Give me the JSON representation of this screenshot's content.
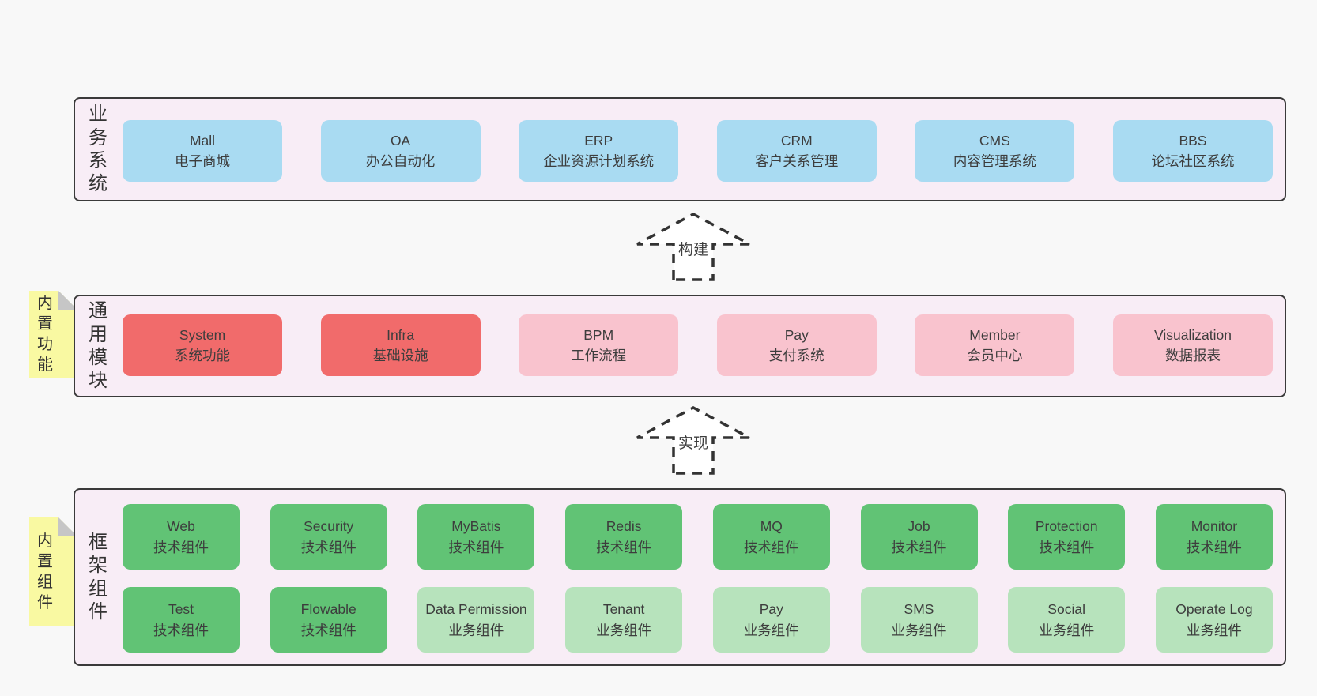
{
  "palette": {
    "page_bg": "#f8f8f8",
    "container_fill": "#f8edf6",
    "container_border": "#3a3a3a",
    "blue": "#a9dbf2",
    "red": "#f16b6b",
    "pink": "#f9c3ce",
    "green": "#61c375",
    "light_green": "#b7e3bc",
    "tab_yellow": "#f9f9a2",
    "fold_gray": "#c6c6c6",
    "text": "#3d3d3d"
  },
  "arrows": {
    "build": "构建",
    "implement": "实现"
  },
  "sections": {
    "business": {
      "side_label": "业务系统",
      "boxes": [
        {
          "title": "Mall",
          "subtitle": "电子商城"
        },
        {
          "title": "OA",
          "subtitle": "办公自动化"
        },
        {
          "title": "ERP",
          "subtitle": "企业资源计划系统"
        },
        {
          "title": "CRM",
          "subtitle": "客户关系管理"
        },
        {
          "title": "CMS",
          "subtitle": "内容管理系统"
        },
        {
          "title": "BBS",
          "subtitle": "论坛社区系统"
        }
      ]
    },
    "modules": {
      "side_label": "通用模块",
      "sticky_tab": "内置功能",
      "boxes": [
        {
          "title": "System",
          "subtitle": "系统功能"
        },
        {
          "title": "Infra",
          "subtitle": "基础设施"
        },
        {
          "title": "BPM",
          "subtitle": "工作流程"
        },
        {
          "title": "Pay",
          "subtitle": "支付系统"
        },
        {
          "title": "Member",
          "subtitle": "会员中心"
        },
        {
          "title": "Visualization",
          "subtitle": "数据报表"
        }
      ]
    },
    "components": {
      "side_label": "框架组件",
      "sticky_tab": "内置组件",
      "row1": [
        {
          "title": "Web",
          "subtitle": "技术组件"
        },
        {
          "title": "Security",
          "subtitle": "技术组件"
        },
        {
          "title": "MyBatis",
          "subtitle": "技术组件"
        },
        {
          "title": "Redis",
          "subtitle": "技术组件"
        },
        {
          "title": "MQ",
          "subtitle": "技术组件"
        },
        {
          "title": "Job",
          "subtitle": "技术组件"
        },
        {
          "title": "Protection",
          "subtitle": "技术组件"
        },
        {
          "title": "Monitor",
          "subtitle": "技术组件"
        }
      ],
      "row2": [
        {
          "title": "Test",
          "subtitle": "技术组件"
        },
        {
          "title": "Flowable",
          "subtitle": "技术组件"
        },
        {
          "title": "Data Permission",
          "subtitle": "业务组件"
        },
        {
          "title": "Tenant",
          "subtitle": "业务组件"
        },
        {
          "title": "Pay",
          "subtitle": "业务组件"
        },
        {
          "title": "SMS",
          "subtitle": "业务组件"
        },
        {
          "title": "Social",
          "subtitle": "业务组件"
        },
        {
          "title": "Operate Log",
          "subtitle": "业务组件"
        }
      ]
    }
  }
}
